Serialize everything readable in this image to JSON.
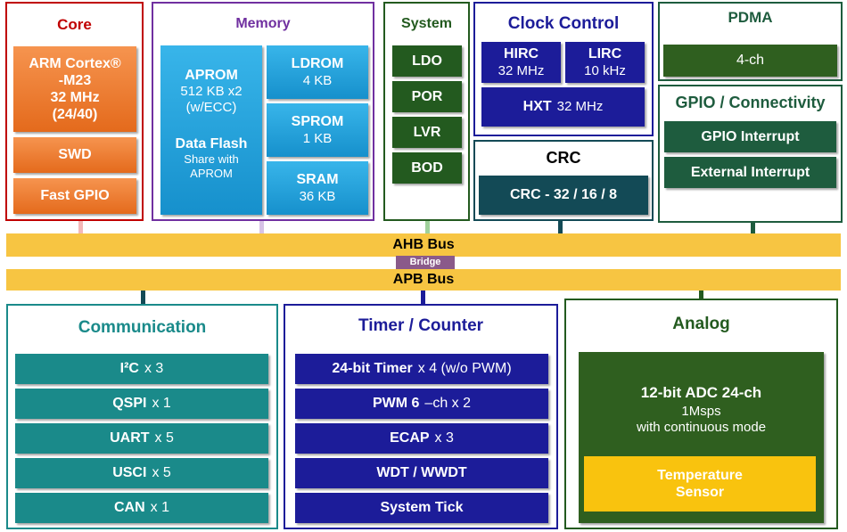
{
  "core": {
    "title": "Core",
    "cpu_l1": "ARM Cortex®",
    "cpu_l2": "-M23",
    "cpu_l3": "32 MHz",
    "cpu_l4": "(24/40)",
    "swd": "SWD",
    "fast_gpio": "Fast GPIO"
  },
  "memory": {
    "title": "Memory",
    "aprom_name": "APROM",
    "aprom_size": "512 KB x2",
    "aprom_ecc": "(w/ECC)",
    "dataflash_name": "Data Flash",
    "dataflash_l1": "Share with",
    "dataflash_l2": "APROM",
    "ldrom_name": "LDROM",
    "ldrom_size": "4 KB",
    "sprom_name": "SPROM",
    "sprom_size": "1 KB",
    "sram_name": "SRAM",
    "sram_size": "36 KB"
  },
  "system": {
    "title": "System",
    "items": [
      "LDO",
      "POR",
      "LVR",
      "BOD"
    ]
  },
  "clock": {
    "title": "Clock Control",
    "hirc_name": "HIRC",
    "hirc_freq": "32 MHz",
    "lirc_name": "LIRC",
    "lirc_freq": "10 kHz",
    "hxt_name": "HXT",
    "hxt_freq": "32 MHz"
  },
  "crc": {
    "title": "CRC",
    "block": "CRC - 32 / 16 / 8"
  },
  "pdma": {
    "title": "PDMA",
    "block": "4-ch"
  },
  "gpio": {
    "title": "GPIO / Connectivity",
    "items": [
      "GPIO Interrupt",
      "External Interrupt"
    ]
  },
  "buses": {
    "ahb": "AHB Bus",
    "bridge": "Bridge",
    "apb": "APB Bus"
  },
  "communication": {
    "title": "Communication",
    "items": [
      {
        "name": "I²C",
        "count": "x 3"
      },
      {
        "name": "QSPI",
        "count": "x 1"
      },
      {
        "name": "UART",
        "count": "x 5"
      },
      {
        "name": "USCI",
        "count": "x 5"
      },
      {
        "name": "CAN",
        "count": "x 1"
      }
    ]
  },
  "timer": {
    "title": "Timer / Counter",
    "items": [
      {
        "name": "24-bit Timer",
        "count": "x 4 (w/o PWM)"
      },
      {
        "name": "PWM 6",
        "count": "–ch x 2"
      },
      {
        "name": "ECAP",
        "count": "x 3"
      },
      {
        "name": "WDT / WWDT",
        "count": ""
      },
      {
        "name": "System Tick",
        "count": ""
      }
    ]
  },
  "analog": {
    "title": "Analog",
    "adc_name": "12-bit ADC 24-ch",
    "adc_rate": "1Msps",
    "adc_mode": "with continuous mode",
    "temp_l1": "Temperature",
    "temp_l2": "Sensor"
  },
  "colors": {
    "core": "#c00000",
    "memory": "#7030a0",
    "system": "#235a1f",
    "clock": "#1c1c99",
    "crc": "#134a56",
    "gpio": "#1e5c3e",
    "communication": "#1a8a8a",
    "timer": "#1c1c99",
    "analog": "#235a1f",
    "bus": "#f7c542",
    "bridge": "#8a5a8a"
  }
}
